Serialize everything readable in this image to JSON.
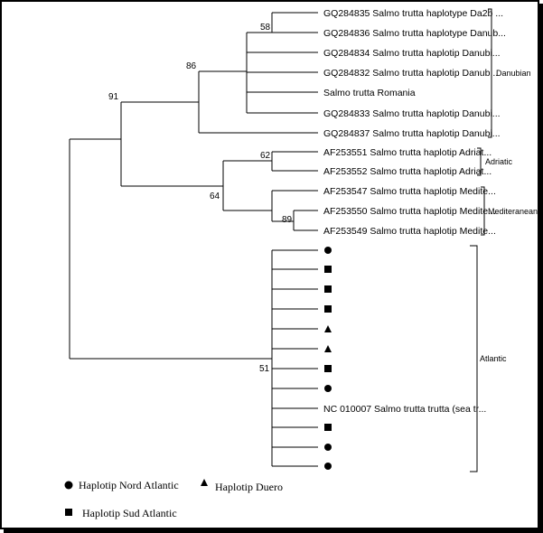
{
  "taxa": [
    {
      "label": "GQ284835 Salmo trutta haplotype Da2b ..."
    },
    {
      "label": "GQ284836 Salmo trutta haplotype Danub..."
    },
    {
      "label": "GQ284834 Salmo trutta haplotip Danubi..."
    },
    {
      "label": "GQ284832 Salmo trutta haplotip Danub..."
    },
    {
      "label": "Salmo trutta Romania"
    },
    {
      "label": "GQ284833 Salmo trutta haplotip Danubi..."
    },
    {
      "label": "GQ284837 Salmo trutta haplotip Danubi..."
    },
    {
      "label": "AF253551 Salmo trutta haplotip Adriat..."
    },
    {
      "label": "AF253552 Salmo trutta haplotip Adriat..."
    },
    {
      "label": "AF253547 Salmo trutta haplotip Medite..."
    },
    {
      "label": "AF253550 Salmo trutta haplotip Medite..."
    },
    {
      "label": "AF253549 Salmo trutta haplotip Medite..."
    },
    {
      "marker": "circle"
    },
    {
      "marker": "square"
    },
    {
      "marker": "square"
    },
    {
      "marker": "square"
    },
    {
      "marker": "triangle"
    },
    {
      "marker": "triangle"
    },
    {
      "marker": "square"
    },
    {
      "marker": "circle"
    },
    {
      "label": "NC 010007 Salmo trutta trutta (sea tr..."
    },
    {
      "marker": "square"
    },
    {
      "marker": "circle"
    },
    {
      "marker": "circle"
    }
  ],
  "support_values": {
    "n58": "58",
    "n86": "86",
    "n91": "91",
    "n62": "62",
    "n64": "64",
    "n89": "89",
    "n51": "51"
  },
  "groups": {
    "danubian": "Danubian",
    "adriatic": "Adriatic",
    "mediteranean": "Mediteranean",
    "atlantic": "Atlantic"
  },
  "legend": {
    "nord_atlantic": "Haplotip Nord Atlantic",
    "duero": "Haplotip Duero",
    "sud_atlantic": "Haplotip Sud Atlantic"
  }
}
